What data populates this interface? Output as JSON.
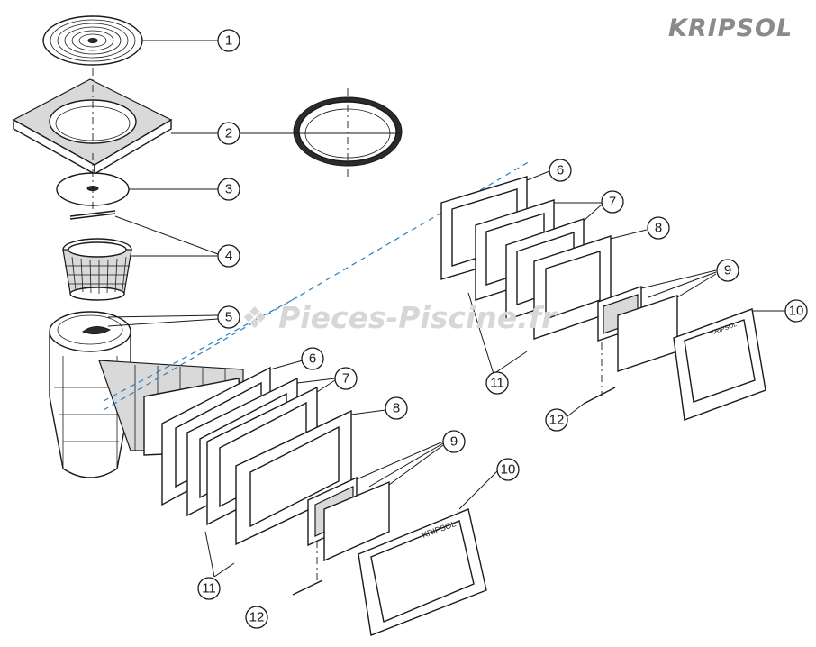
{
  "brand": {
    "logo_text": "KRIPSOL",
    "logo_color": "#8a8a8a"
  },
  "watermark": {
    "text": "❖ Pieces-Piscine.fr",
    "color": "#d7d7d7"
  },
  "callouts": {
    "c1": "1",
    "c2": "2",
    "c3": "3",
    "c4": "4",
    "c5": "5",
    "c6a": "6",
    "c7a": "7",
    "c8a": "8",
    "c9a": "9",
    "c10a": "10",
    "c11a": "11",
    "c12a": "12",
    "c6b": "6",
    "c7b": "7",
    "c8b": "8",
    "c9b": "9",
    "c10b": "10",
    "c11b": "11",
    "c12b": "12"
  },
  "faceplate_small_text": "KRIPSOL",
  "colors": {
    "guide_line": "#2e7fb8",
    "ink": "#1a1a1a"
  }
}
